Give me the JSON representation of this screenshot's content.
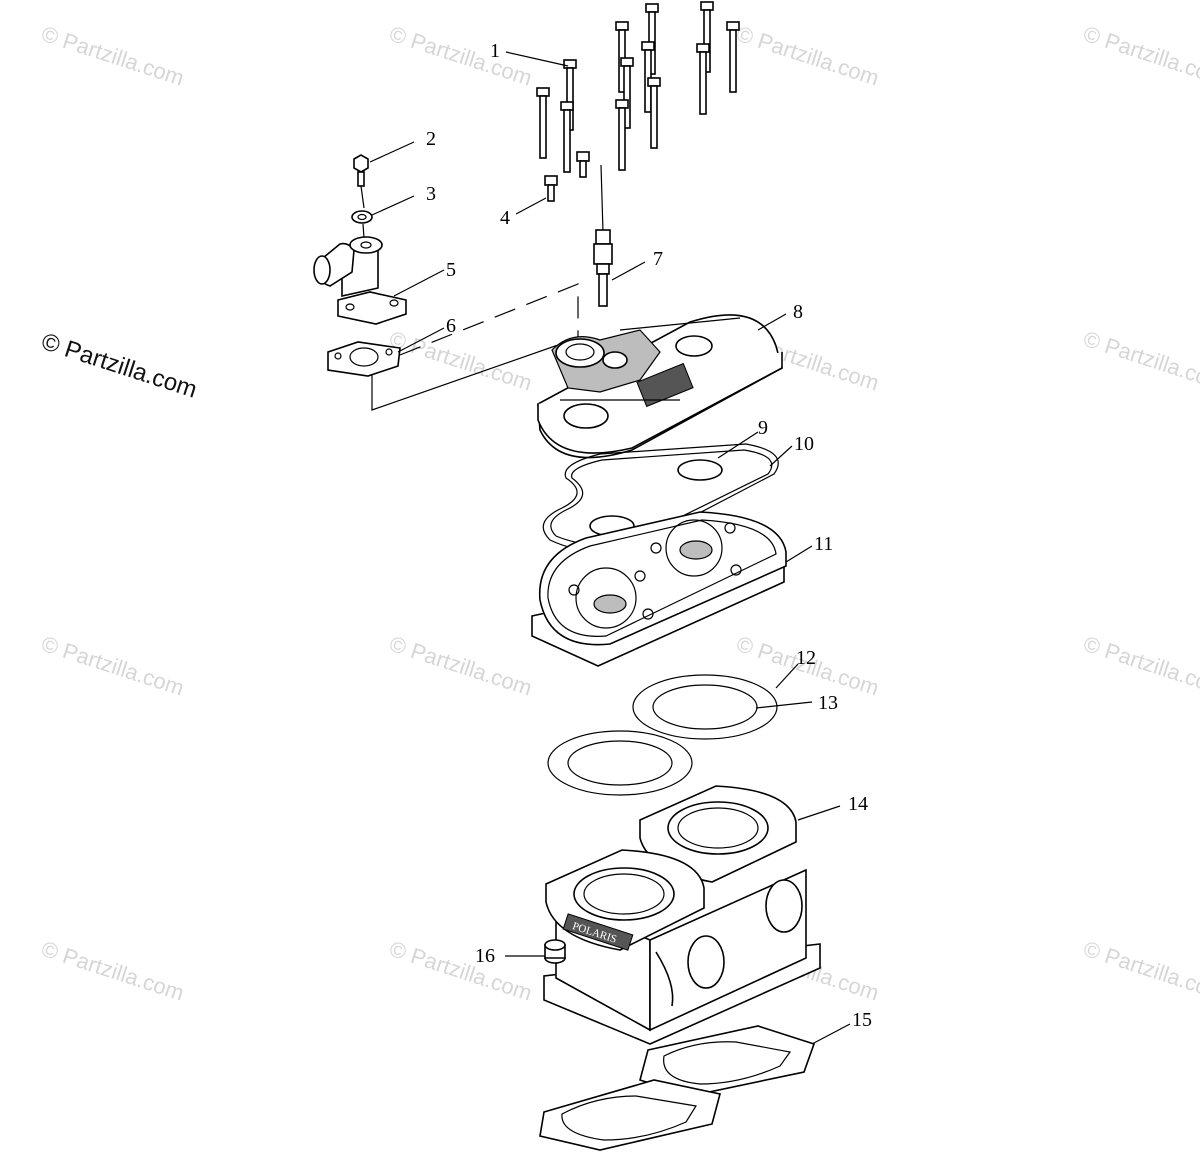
{
  "watermark": {
    "text": "© Partzilla.com",
    "main_text": "© Partzilla.com"
  },
  "callouts": [
    "1",
    "2",
    "3",
    "4",
    "5",
    "6",
    "7",
    "8",
    "9",
    "10",
    "11",
    "12",
    "13",
    "14",
    "15",
    "16"
  ],
  "cylinder_brand": "POLARIS",
  "colors": {
    "line": "#000000",
    "watermark": "#d6d6d6",
    "shade": "#bdbdbd"
  }
}
